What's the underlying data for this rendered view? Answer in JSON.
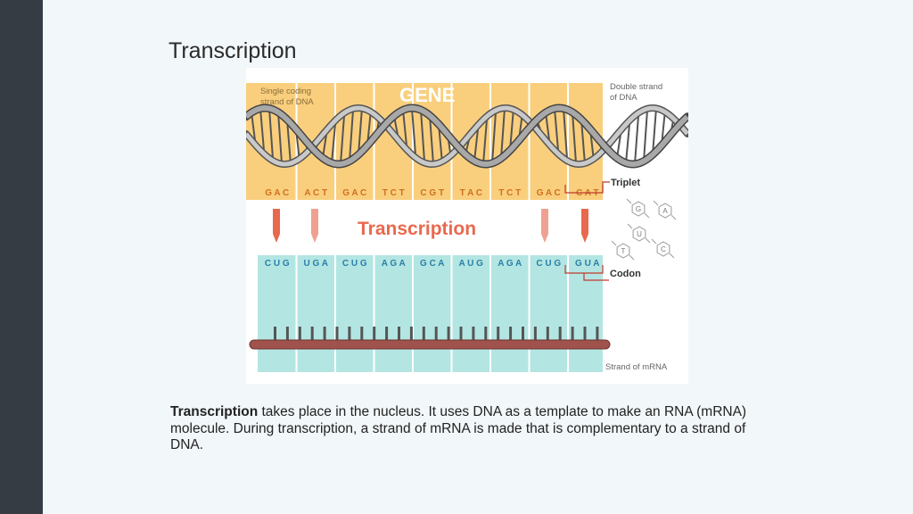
{
  "slide": {
    "title": "Transcription",
    "caption_bold": "Transcription",
    "caption_rest": " takes place in the nucleus. It uses DNA as a template to make an RNA (mRNA) molecule. During transcription, a strand of mRNA is made that is complementary to a strand of DNA."
  },
  "diagram": {
    "gene_label": "GENE",
    "single_strand_label": [
      "Single coding",
      "strand of DNA"
    ],
    "double_strand_label": [
      "Double strand",
      "of DNA"
    ],
    "transcription_label": "Transcription",
    "triplet_label": "Triplet",
    "codon_label": "Codon",
    "mrna_strand_label": "Strand of mRNA",
    "dna_triplets": [
      "G A C",
      "A C T",
      "G A C",
      "T C T",
      "C G T",
      "T A C",
      "T C T",
      "G A C",
      "C A T"
    ],
    "mrna_codons": [
      "C U G",
      "U G A",
      "C U G",
      "A G A",
      "G C A",
      "A U G",
      "A G A",
      "C U G",
      "G U A"
    ],
    "nucleotide_letters": [
      "G",
      "A",
      "U",
      "T",
      "C"
    ]
  },
  "colors": {
    "sidebar": "#353c44",
    "background": "#f2f7fa",
    "gene_band": "#f9cf7e",
    "mrna_band": "#b3e6e2",
    "transcription_red": "#e8694d",
    "triplet_text": "#d0701f",
    "codon_text": "#2a7fa8"
  }
}
